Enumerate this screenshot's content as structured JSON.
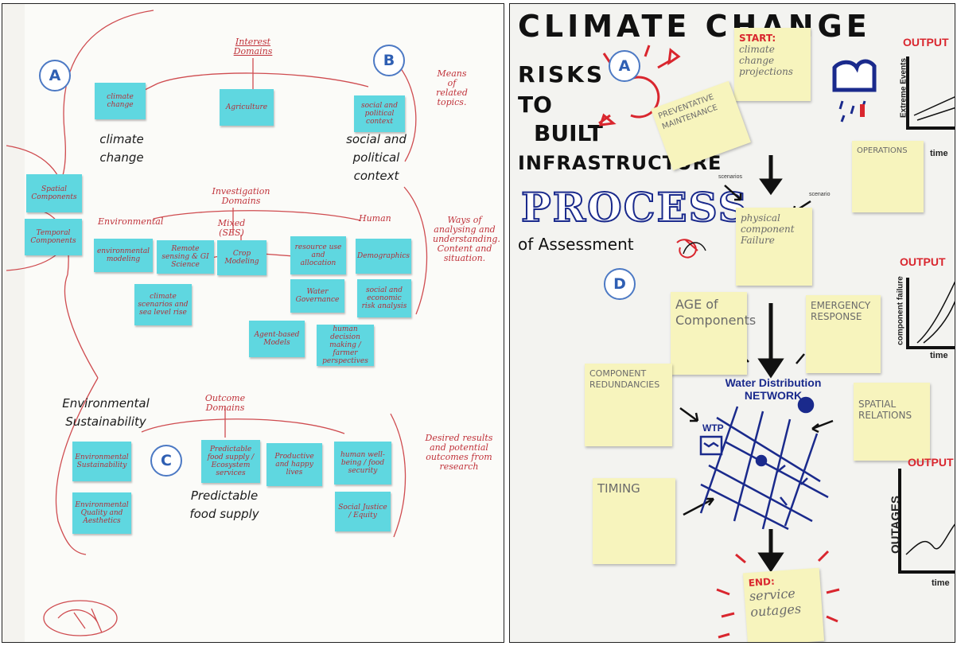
{
  "left_panel": {
    "badges": {
      "a": "A",
      "b": "B",
      "c": "C"
    },
    "headers": {
      "interest": "Interest Domains",
      "investigation": "Investigation Domains",
      "outcome": "Outcome Domains",
      "environmental": "Environmental",
      "mixed": "Mixed (SES)",
      "human": "Human"
    },
    "side_notes": {
      "interest": "Means of related topics.",
      "investigation": "Ways of analysing and understanding. Content and situation.",
      "outcome": "Desired results and potential outcomes from research"
    },
    "captions": {
      "climate": "climate change",
      "social": "social and political context",
      "env_sus": "Environmental Sustainability",
      "food": "Predictable food supply"
    },
    "notes": {
      "climate_change": "climate change",
      "agriculture": "Agriculture",
      "social_political": "social and political context",
      "spatial": "Spatial Components",
      "temporal": "Temporal Components",
      "env_modeling": "environmental modeling",
      "remote_sensing": "Remote sensing & GI Science",
      "crop_modeling": "Crop Modeling",
      "resource_use": "resource use and allocation",
      "demographics": "Demographics",
      "climate_scenarios": "climate scenarios and sea level rise",
      "water_governance": "Water Governance",
      "social_economic": "social and economic risk analysis",
      "agent_models": "Agent-based Models",
      "human_decision": "human decision making / farmer perspectives",
      "env_sustainability": "Environmental Sustainability",
      "food_supply": "Predictable food supply / Ecosystem services",
      "productive": "Productive and happy lives",
      "wellbeing": "human well-being / food security",
      "env_quality": "Environmental Quality and Aesthetics",
      "social_justice": "Social Justice / Equity"
    }
  },
  "right_panel": {
    "badges": {
      "a": "A",
      "d": "D"
    },
    "title_lines": [
      "CLIMATE CHANGE",
      "RISKS",
      "TO",
      "BUILT",
      "INFRASTRUCTURE"
    ],
    "process": "PROCESS",
    "assessment": "of Assessment",
    "output_label": "OUTPUT",
    "axis": {
      "extreme_events": "Extreme Events",
      "component_failure": "component failure",
      "outages": "OUTAGES",
      "time": "time"
    },
    "notes": {
      "start_tag": "START:",
      "start_body": "climate change projections",
      "maintenance": "PREVENTATIVE MAINTENANCE",
      "operations": "OPERATIONS",
      "physical": "physical component Failure",
      "age": "AGE of Components",
      "emergency": "EMERGENCY RESPONSE",
      "redundancies": "COMPONENT REDUNDANCIES",
      "spatial": "SPATIAL RELATIONS",
      "timing": "TIMING",
      "end_tag": "END:",
      "end_body": "service outages"
    },
    "network": {
      "title": "Water Distribution NETWORK",
      "wtp": "WTP"
    },
    "small_labels": {
      "scenarios": "scenarios",
      "scenario": "scenario"
    }
  }
}
